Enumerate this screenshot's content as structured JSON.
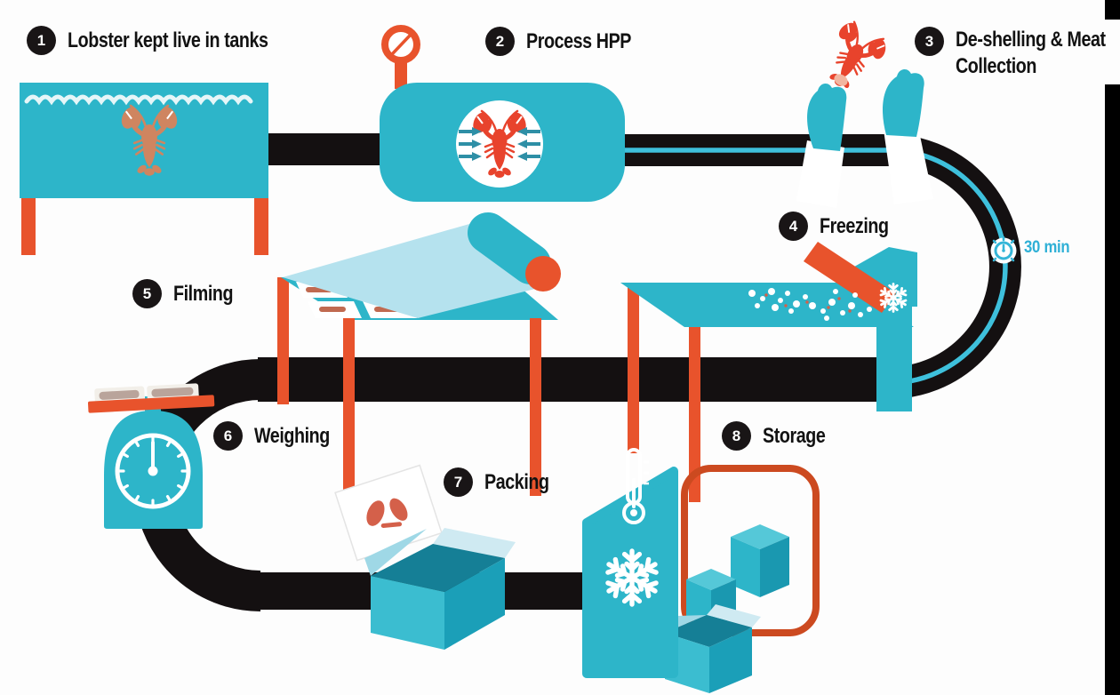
{
  "steps": [
    {
      "number": "1",
      "label": "Lobster kept live in tanks"
    },
    {
      "number": "2",
      "label": "Process HPP"
    },
    {
      "number": "3",
      "label": "De-shelling & Meat Collection"
    },
    {
      "number": "4",
      "label": "Freezing"
    },
    {
      "number": "5",
      "label": "Filming"
    },
    {
      "number": "6",
      "label": "Weighing"
    },
    {
      "number": "7",
      "label": "Packing"
    },
    {
      "number": "8",
      "label": "Storage"
    }
  ],
  "annotations": {
    "belt_duration": "30 min"
  },
  "colors": {
    "teal": "#2db5c9",
    "teal_dark": "#1a98b0",
    "teal_light": "#b5e2ee",
    "orange": "#e8532c",
    "orange_outline": "#cc4a20",
    "lobster_red": "#e8432c",
    "lobster_muted": "#cf8560",
    "belt_black": "#141011",
    "stripe_cyan": "#3ec0dc",
    "duration_text": "#2fb0d6",
    "label_text": "#121212",
    "badge_bg": "#191516",
    "background": "#fdfdfd"
  },
  "icons": {
    "step_badge": "numbered-circle",
    "pressure_gauge": "gauge-icon",
    "pressure_arrows": "inward-arrows-icon",
    "lobster": "lobster-icon",
    "water_wave": "wave-icon",
    "timer": "clock-icon",
    "snowflake": "snowflake-icon",
    "thermometer": "thermometer-icon",
    "scale_dial": "dial-icon",
    "film_roll": "film-roll-icon"
  }
}
